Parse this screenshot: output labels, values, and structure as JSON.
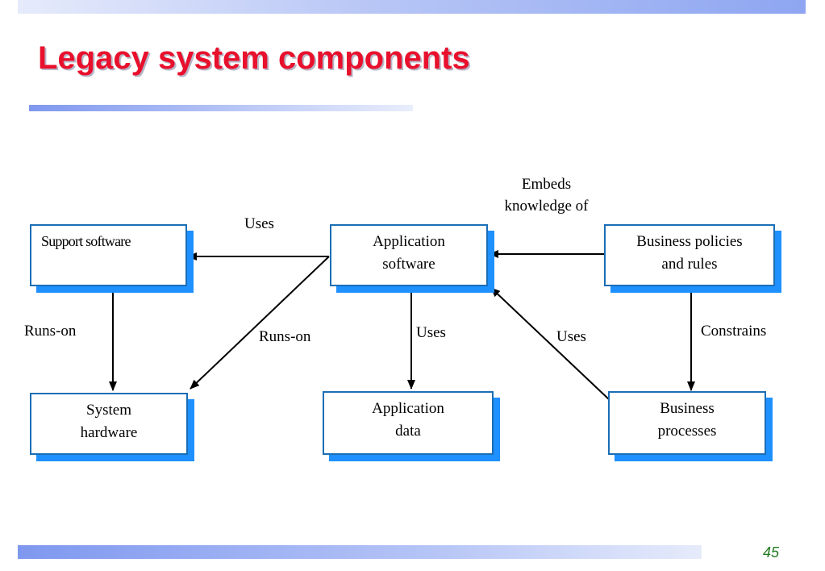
{
  "slide": {
    "title": "Legacy system components",
    "page_number": "45"
  },
  "nodes": {
    "support_software": "Support software",
    "application_software_line1": "Application",
    "application_software_line2": "software",
    "business_policies_line1": "Business policies",
    "business_policies_line2": "and rules",
    "system_hardware_line1": "System",
    "system_hardware_line2": "hardware",
    "application_data_line1": "Application",
    "application_data_line2": "data",
    "business_processes_line1": "Business",
    "business_processes_line2": "processes"
  },
  "edges": {
    "uses_top": "Uses",
    "embeds_line1": "Embeds",
    "embeds_line2": "knowledge of",
    "runs_on_left": "Runs-on",
    "runs_on_middle": "Runs-on",
    "uses_data": "Uses",
    "uses_processes": "Uses",
    "constrains": "Constrains"
  }
}
